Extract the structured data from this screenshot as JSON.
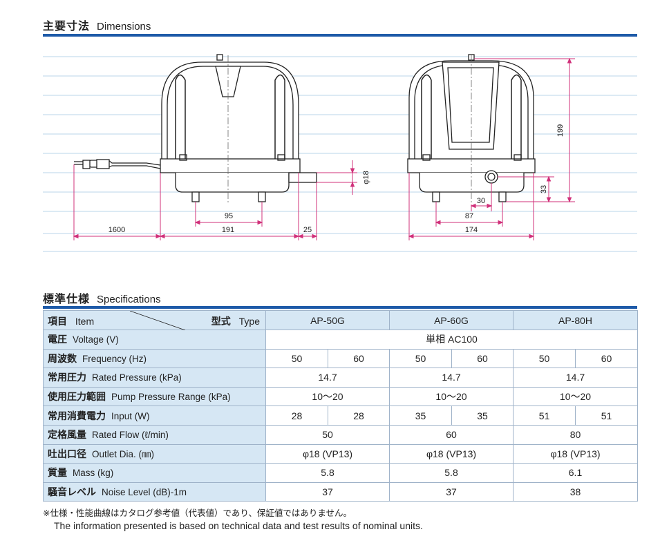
{
  "dimensions_section": {
    "title_jp": "主要寸法",
    "title_en": "Dimensions"
  },
  "drawing": {
    "left_view": {
      "cord_length": "1600",
      "width": "191",
      "foot_spacing": "95",
      "outlet_length": "25",
      "outlet_dia": "φ18"
    },
    "right_view": {
      "height": "199",
      "outlet_height": "33",
      "outlet_offset": "30",
      "foot_spacing": "87",
      "width": "174"
    }
  },
  "specs_section": {
    "title_jp": "標準仕様",
    "title_en": "Specifications"
  },
  "table": {
    "corner_left_jp": "項目",
    "corner_left_en": "Item",
    "corner_right_jp": "型式",
    "corner_right_en": "Type",
    "models": [
      "AP-50G",
      "AP-60G",
      "AP-80H"
    ],
    "rows": [
      {
        "jp": "電圧",
        "en": "Voltage (V)",
        "span_all": "単相 AC100"
      },
      {
        "jp": "周波数",
        "en": "Frequency (Hz)",
        "cells": [
          "50",
          "60",
          "50",
          "60",
          "50",
          "60"
        ]
      },
      {
        "jp": "常用圧力",
        "en": "Rated Pressure (kPa)",
        "model": [
          "14.7",
          "14.7",
          "14.7"
        ]
      },
      {
        "jp": "使用圧力範囲",
        "en": "Pump Pressure Range (kPa)",
        "model": [
          "10～20",
          "10～20",
          "10～20"
        ]
      },
      {
        "jp": "常用消費電力",
        "en": "Input (W)",
        "cells": [
          "28",
          "28",
          "35",
          "35",
          "51",
          "51"
        ]
      },
      {
        "jp": "定格風量",
        "en": "Rated Flow (ℓ/min)",
        "model": [
          "50",
          "60",
          "80"
        ]
      },
      {
        "jp": "吐出口径",
        "en": "Outlet Dia. (㎜)",
        "model": [
          "φ18 (VP13)",
          "φ18 (VP13)",
          "φ18 (VP13)"
        ]
      },
      {
        "jp": "質量",
        "en": "Mass (kg)",
        "model": [
          "5.8",
          "5.8",
          "6.1"
        ]
      },
      {
        "jp": "騒音レベル",
        "en": "Noise Level (dB)-1m",
        "model": [
          "37",
          "37",
          "38"
        ]
      }
    ]
  },
  "notes": {
    "jp": "※仕様・性能曲線はカタログ参考値（代表値）であり、保証値ではありません。",
    "en": "The information presented is based on technical data and test results of nominal units."
  },
  "colors": {
    "accent": "#1d5aa8",
    "header_fill": "#d6e7f4",
    "dim_line": "#d0307a"
  }
}
